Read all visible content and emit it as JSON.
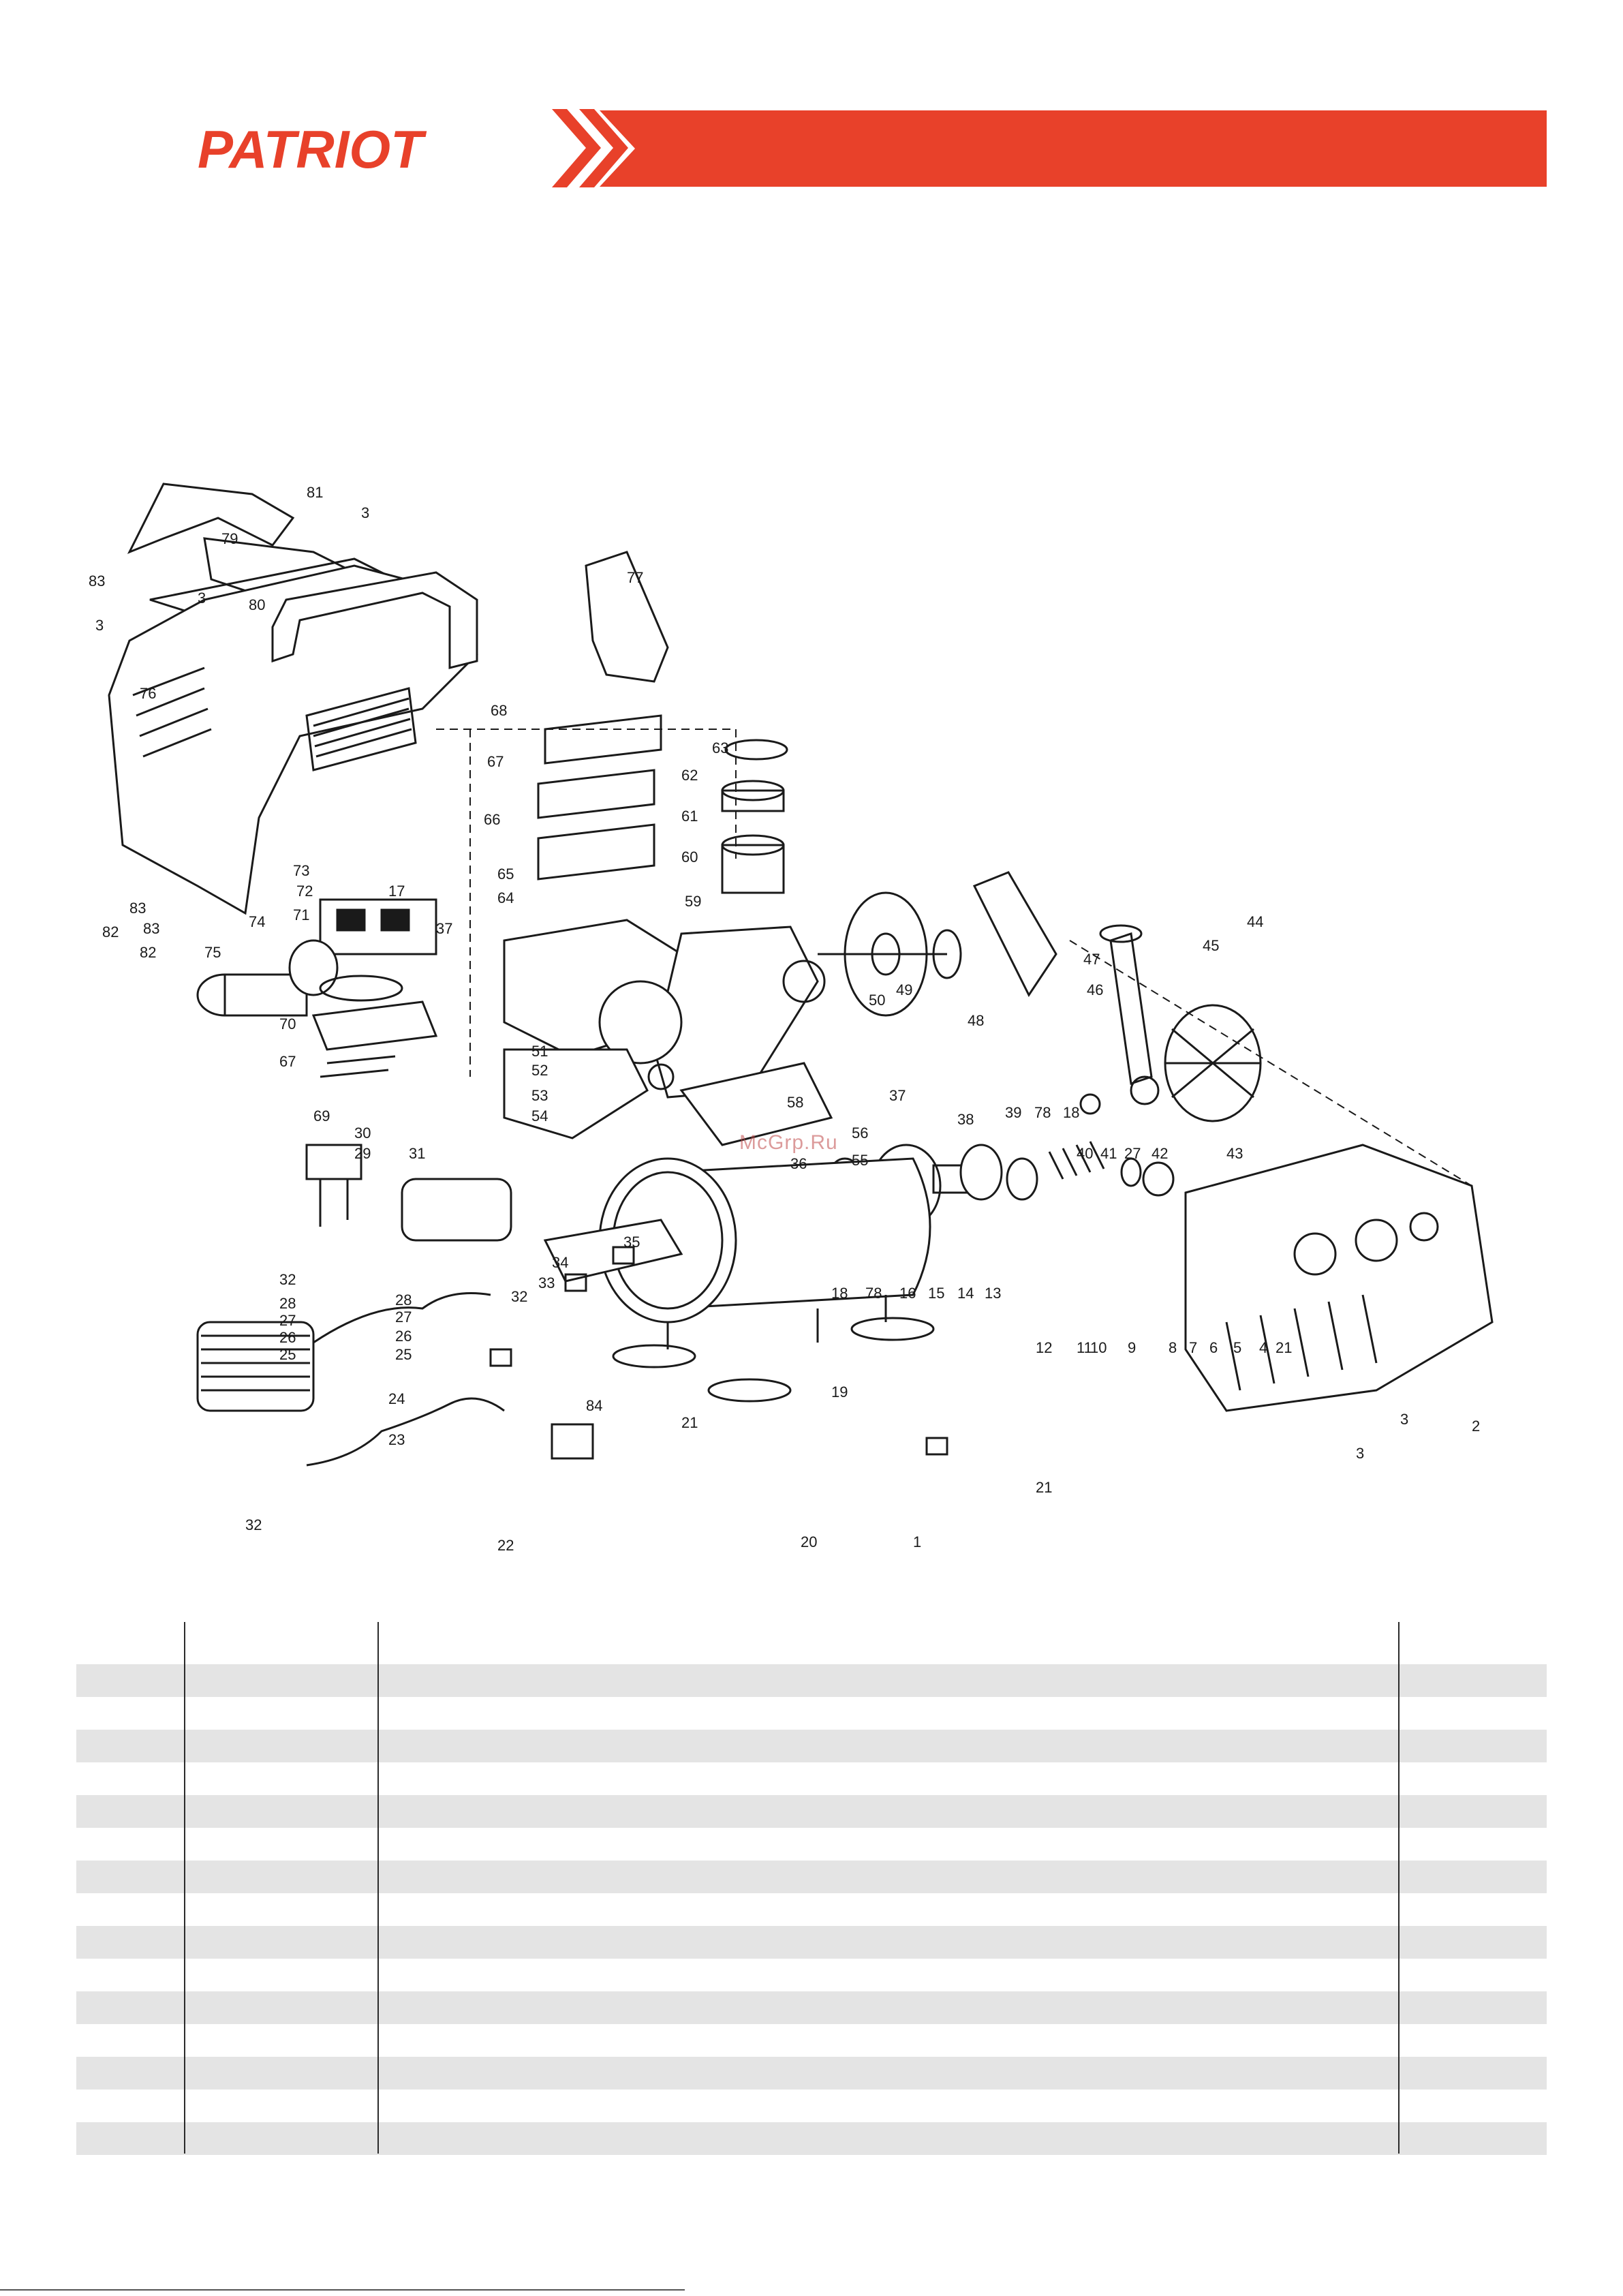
{
  "brand": {
    "name": "PATRIOT",
    "accent_color": "#e8412a"
  },
  "diagram": {
    "watermark": "McGrp.Ru",
    "callouts": [
      {
        "id": "c81",
        "label": "81"
      },
      {
        "id": "c3a",
        "label": "3"
      },
      {
        "id": "c79",
        "label": "79"
      },
      {
        "id": "c83a",
        "label": "83"
      },
      {
        "id": "c3b",
        "label": "3"
      },
      {
        "id": "c80",
        "label": "80"
      },
      {
        "id": "c3c",
        "label": "3"
      },
      {
        "id": "c76",
        "label": "76"
      },
      {
        "id": "c77",
        "label": "77"
      },
      {
        "id": "c68",
        "label": "68"
      },
      {
        "id": "c63",
        "label": "63"
      },
      {
        "id": "c67a",
        "label": "67"
      },
      {
        "id": "c62",
        "label": "62"
      },
      {
        "id": "c66",
        "label": "66"
      },
      {
        "id": "c61",
        "label": "61"
      },
      {
        "id": "c60",
        "label": "60"
      },
      {
        "id": "c65",
        "label": "65"
      },
      {
        "id": "c73",
        "label": "73"
      },
      {
        "id": "c72",
        "label": "72"
      },
      {
        "id": "c17",
        "label": "17"
      },
      {
        "id": "c64",
        "label": "64"
      },
      {
        "id": "c59",
        "label": "59"
      },
      {
        "id": "c83b",
        "label": "83"
      },
      {
        "id": "c71",
        "label": "71"
      },
      {
        "id": "c74",
        "label": "74"
      },
      {
        "id": "c37a",
        "label": "37"
      },
      {
        "id": "c82a",
        "label": "82"
      },
      {
        "id": "c83c",
        "label": "83"
      },
      {
        "id": "c82b",
        "label": "82"
      },
      {
        "id": "c75",
        "label": "75"
      },
      {
        "id": "c70",
        "label": "70"
      },
      {
        "id": "c67b",
        "label": "67"
      },
      {
        "id": "c69",
        "label": "69"
      },
      {
        "id": "c51",
        "label": "51"
      },
      {
        "id": "c52",
        "label": "52"
      },
      {
        "id": "c53",
        "label": "53"
      },
      {
        "id": "c54",
        "label": "54"
      },
      {
        "id": "c50",
        "label": "50"
      },
      {
        "id": "c49",
        "label": "49"
      },
      {
        "id": "c48",
        "label": "48"
      },
      {
        "id": "c47",
        "label": "47"
      },
      {
        "id": "c44",
        "label": "44"
      },
      {
        "id": "c45",
        "label": "45"
      },
      {
        "id": "c46",
        "label": "46"
      },
      {
        "id": "c58",
        "label": "58"
      },
      {
        "id": "c37b",
        "label": "37"
      },
      {
        "id": "c38",
        "label": "38"
      },
      {
        "id": "c56",
        "label": "56"
      },
      {
        "id": "c55",
        "label": "55"
      },
      {
        "id": "c36",
        "label": "36"
      },
      {
        "id": "c39",
        "label": "39"
      },
      {
        "id": "c78a",
        "label": "78"
      },
      {
        "id": "c18a",
        "label": "18"
      },
      {
        "id": "c40",
        "label": "40"
      },
      {
        "id": "c41",
        "label": "41"
      },
      {
        "id": "c27a",
        "label": "27"
      },
      {
        "id": "c42",
        "label": "42"
      },
      {
        "id": "c43",
        "label": "43"
      },
      {
        "id": "c30",
        "label": "30"
      },
      {
        "id": "c29",
        "label": "29"
      },
      {
        "id": "c31",
        "label": "31"
      },
      {
        "id": "c35",
        "label": "35"
      },
      {
        "id": "c34",
        "label": "34"
      },
      {
        "id": "c33",
        "label": "33"
      },
      {
        "id": "c32a",
        "label": "32"
      },
      {
        "id": "c28a",
        "label": "28"
      },
      {
        "id": "c27b",
        "label": "27"
      },
      {
        "id": "c26a",
        "label": "26"
      },
      {
        "id": "c25a",
        "label": "25"
      },
      {
        "id": "c28b",
        "label": "28"
      },
      {
        "id": "c27c",
        "label": "27"
      },
      {
        "id": "c26b",
        "label": "26"
      },
      {
        "id": "c25b",
        "label": "25"
      },
      {
        "id": "c32b",
        "label": "32"
      },
      {
        "id": "c24",
        "label": "24"
      },
      {
        "id": "c23",
        "label": "23"
      },
      {
        "id": "c32c",
        "label": "32"
      },
      {
        "id": "c22",
        "label": "22"
      },
      {
        "id": "c84",
        "label": "84"
      },
      {
        "id": "c19",
        "label": "19"
      },
      {
        "id": "c18b",
        "label": "18"
      },
      {
        "id": "c78b",
        "label": "78"
      },
      {
        "id": "c16",
        "label": "16"
      },
      {
        "id": "c15",
        "label": "15"
      },
      {
        "id": "c14",
        "label": "14"
      },
      {
        "id": "c13",
        "label": "13"
      },
      {
        "id": "c12",
        "label": "12"
      },
      {
        "id": "c11",
        "label": "11"
      },
      {
        "id": "c10",
        "label": "10"
      },
      {
        "id": "c9",
        "label": "9"
      },
      {
        "id": "c8",
        "label": "8"
      },
      {
        "id": "c7",
        "label": "7"
      },
      {
        "id": "c6",
        "label": "6"
      },
      {
        "id": "c5",
        "label": "5"
      },
      {
        "id": "c4",
        "label": "4"
      },
      {
        "id": "c21a",
        "label": "21"
      },
      {
        "id": "c21b",
        "label": "21"
      },
      {
        "id": "c21c",
        "label": "21"
      },
      {
        "id": "c20",
        "label": "20"
      },
      {
        "id": "c1",
        "label": "1"
      },
      {
        "id": "c2",
        "label": "2"
      },
      {
        "id": "c3d",
        "label": "3"
      },
      {
        "id": "c3e",
        "label": "3"
      }
    ]
  }
}
